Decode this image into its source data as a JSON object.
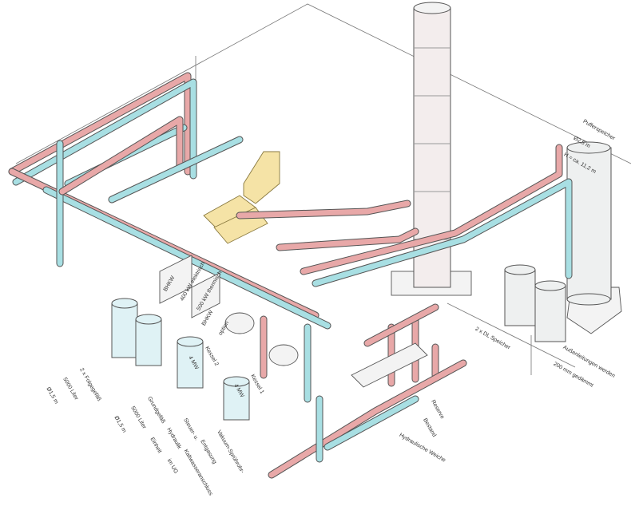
{
  "labels": {
    "pufferspeicher": [
      "Pufferspeicher",
      "Ø2,5 m",
      "H = ca. 11,2 m"
    ],
    "dl_speicher": [
      "2 x DL Speicher"
    ],
    "aussenleitungen": [
      "Außenleitungen werden",
      "200 mm gedämmt"
    ],
    "bhkw_vorhanden": [
      "BHKW",
      "400 kW elektrisch",
      "500 kW thermisch"
    ],
    "bhkw_option": [
      "BHKW",
      "option"
    ],
    "kessel2": [
      "Kessel 2",
      "4 MW"
    ],
    "kessel1": [
      "Kessel 1",
      "4 MW"
    ],
    "folgegefaess": [
      "2 x Folgegefäß",
      "5000 Liter",
      "Ø1,5 m"
    ],
    "grundgefaess": [
      "Grundgefäß",
      "5000 Liter",
      "Ø1,5 m"
    ],
    "steuer_hydraulik": [
      "Steuer- u.",
      "Hydraulik",
      "Einheit"
    ],
    "vakuum": [
      "Vakuum-Sprührohr-",
      "Entgasung",
      "Kaltwasseranschluss",
      "im UG"
    ],
    "reserve": [
      "Reserve"
    ],
    "bestand": [
      "Bestand"
    ],
    "hydraulische_weiche": [
      "Hydraulische Weiche"
    ]
  },
  "colors": {
    "supply_pipe": "#e8a8a8",
    "return_pipe": "#a8dfe3",
    "exhaust_duct": "#f5e3a6",
    "outline": "#555555"
  }
}
